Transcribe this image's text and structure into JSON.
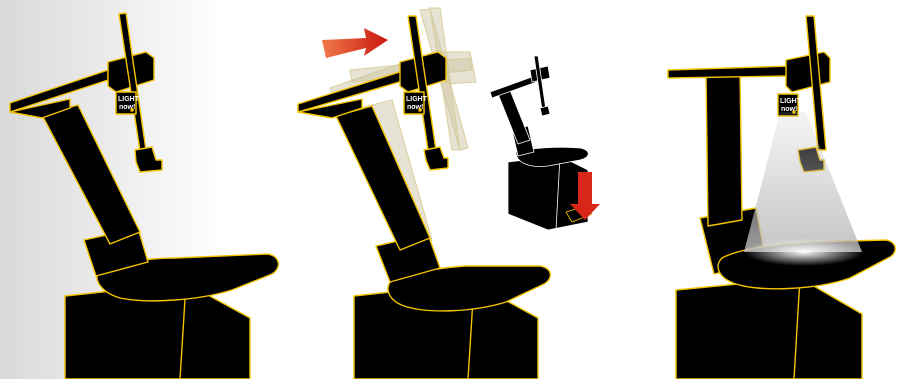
{
  "panels": [
    {
      "id": "panel-idle",
      "light_label_line1": "LIGHT",
      "light_label_line2": "now!"
    },
    {
      "id": "panel-rotate",
      "light_label_line1": "LIGHT",
      "light_label_line2": "now!"
    },
    {
      "id": "panel-lit",
      "light_label_line1": "LIGHT",
      "light_label_line2": "now!"
    }
  ],
  "colors": {
    "body": "#000000",
    "outline": "#f5c400",
    "arrow": "#d8261b",
    "ghost": "#c9c1a0",
    "beam": "#e8e8e8"
  },
  "icons": [
    "arrow-right-icon",
    "arrow-down-icon",
    "light-spark-icon"
  ]
}
